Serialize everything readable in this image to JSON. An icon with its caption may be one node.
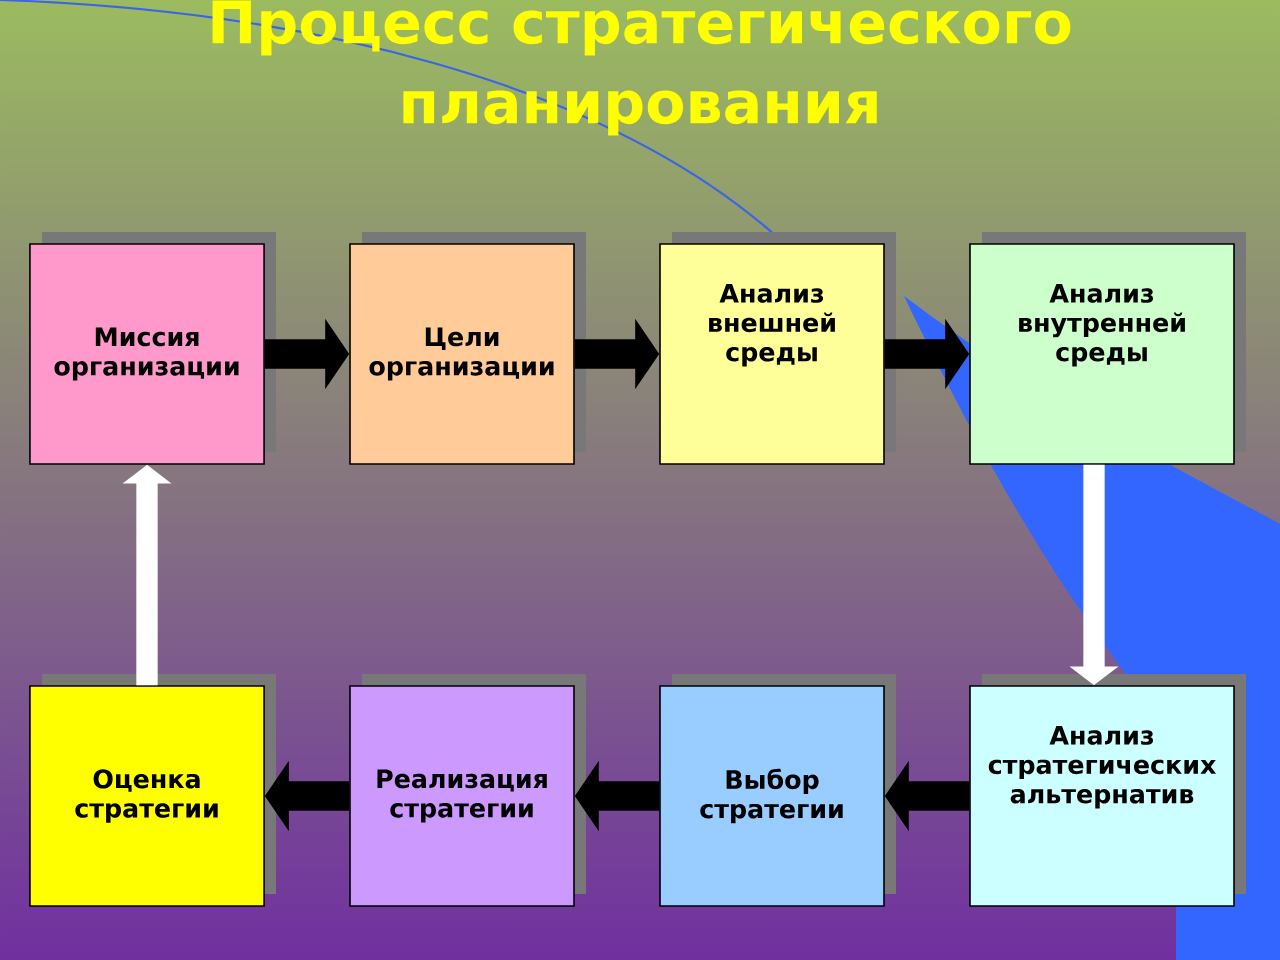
{
  "diagram": {
    "title": "Процесс стратегического планирования",
    "nodes": [
      {
        "text": [
          "Миссия организации"
        ]
      },
      {
        "text": [
          "Цели организации"
        ]
      },
      {
        "text": [
          "Анализ внешней среды"
        ]
      },
      {
        "text": [
          "Анализ внутренней среды"
        ]
      },
      {
        "text": [
          "Оценка стратегии"
        ]
      },
      {
        "text": [
          "Реализация стратегии"
        ]
      },
      {
        "text": [
          "Выбор стратегии"
        ]
      },
      {
        "text": [
          "Анализ стратегических альтернатив"
        ]
      }
    ],
    "edges": [
      {
        "from": 0,
        "to": 1,
        "arrow": "to"
      },
      {
        "from": 1,
        "to": 2,
        "arrow": "to"
      },
      {
        "from": 2,
        "to": 3,
        "arrow": "to"
      },
      {
        "from": 3,
        "to": 7,
        "arrow": "to",
        "color": "#ffffff"
      },
      {
        "from": 7,
        "to": 6,
        "arrow": "to"
      },
      {
        "from": 6,
        "to": 5,
        "arrow": "to"
      },
      {
        "from": 5,
        "to": 4,
        "arrow": "to"
      },
      {
        "from": 4,
        "to": 0,
        "arrow": "to",
        "color": "#ffffff"
      }
    ]
  }
}
